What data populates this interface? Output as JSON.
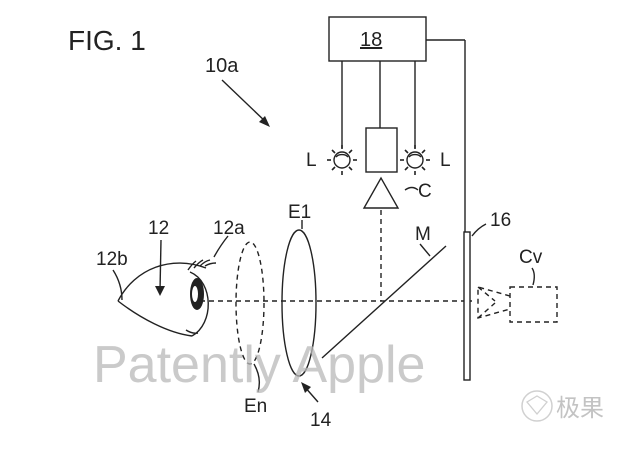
{
  "figure": {
    "title": "FIG. 1",
    "labels": {
      "system": "10a",
      "controller": "18",
      "light_left": "L",
      "light_right": "L",
      "camera_c": "C",
      "eye": "12",
      "eye_surface": "12a",
      "eyelid": "12b",
      "lens_e1": "E1",
      "lens_en": "En",
      "mirror": "M",
      "display": "16",
      "virtual_camera": "Cv",
      "optics": "14"
    }
  },
  "watermark": {
    "text": "Patently Apple",
    "corner_text": "极果"
  },
  "colors": {
    "ink": "#222222",
    "watermark": "#b9b9b9"
  }
}
